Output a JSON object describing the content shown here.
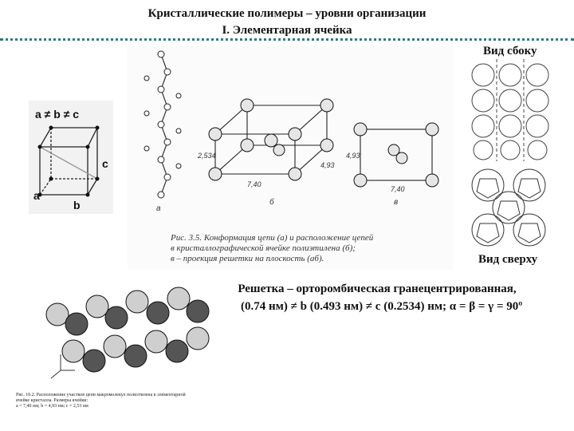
{
  "header": {
    "title_line1": "Кристаллические полимеры – уровни организации",
    "title_line2": "I. Элементарная ячейка"
  },
  "cell_diagram": {
    "condition": "a ≠ b ≠ c",
    "axis_a": "a",
    "axis_b": "b",
    "axis_c": "c"
  },
  "figure_3_5": {
    "caption_line1": "Рис. 3.5. Конформация цепи (а) и расположение цепей",
    "caption_line2": "в кристаллографической ячейке полиэтилена (б);",
    "caption_line3": "в – проекция решетки на плоскость (аб).",
    "dim_c": "2,534",
    "dim_a": "7,40",
    "dim_b": "4,93",
    "dim_a2": "7,40",
    "dim_b2": "4,93",
    "label_a": "а",
    "label_b": "б",
    "label_v": "в"
  },
  "side_view": {
    "label": "Вид сбоку"
  },
  "top_view": {
    "label": "Вид сверху"
  },
  "lattice": {
    "line1": "Решетка – орторомбическая гранецентрированная,",
    "line2": "a (0.74 нм) ≠ b (0.493 нм) ≠ с (0.2534) нм;  α = β = γ = 90º"
  },
  "figure_10_2": {
    "caption_line1": "Рис. 10.2. Расположение участков цепи макромолекул полиэтилена в элементарной",
    "caption_line2": "ячейке кристалла. Размеры ячейки:",
    "caption_line3": "a = 7,40 нм; b = 4,93 нм; c = 2,53 нм"
  }
}
